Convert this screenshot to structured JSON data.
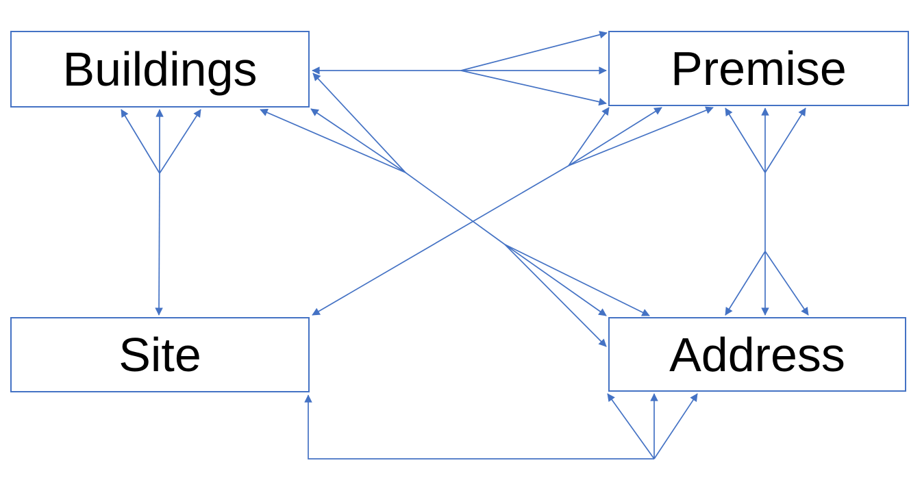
{
  "diagram": {
    "nodes": {
      "buildings": {
        "label": "Buildings"
      },
      "premise": {
        "label": "Premise"
      },
      "site": {
        "label": "Site"
      },
      "address": {
        "label": "Address"
      }
    },
    "edges": [
      {
        "between": [
          "Buildings",
          "Site"
        ],
        "arrowheads_at_first": 3,
        "arrowheads_at_second": 1
      },
      {
        "between": [
          "Buildings",
          "Premise"
        ],
        "arrowheads_at_first": 1,
        "arrowheads_at_second": 3
      },
      {
        "between": [
          "Buildings",
          "Address"
        ],
        "arrowheads_at_first": 3,
        "arrowheads_at_second": 3
      },
      {
        "between": [
          "Site",
          "Premise"
        ],
        "arrowheads_at_first": 1,
        "arrowheads_at_second": 3
      },
      {
        "between": [
          "Premise",
          "Address"
        ],
        "arrowheads_at_first": 3,
        "arrowheads_at_second": 3
      },
      {
        "between": [
          "Site",
          "Address"
        ],
        "arrowheads_at_first": 1,
        "arrowheads_at_second": 3
      }
    ],
    "colors": {
      "connector": "#4472C4",
      "node_border": "#4472C4",
      "node_fill": "#FFFFFF",
      "label_text": "#000000",
      "background": "#FFFFFF"
    }
  }
}
